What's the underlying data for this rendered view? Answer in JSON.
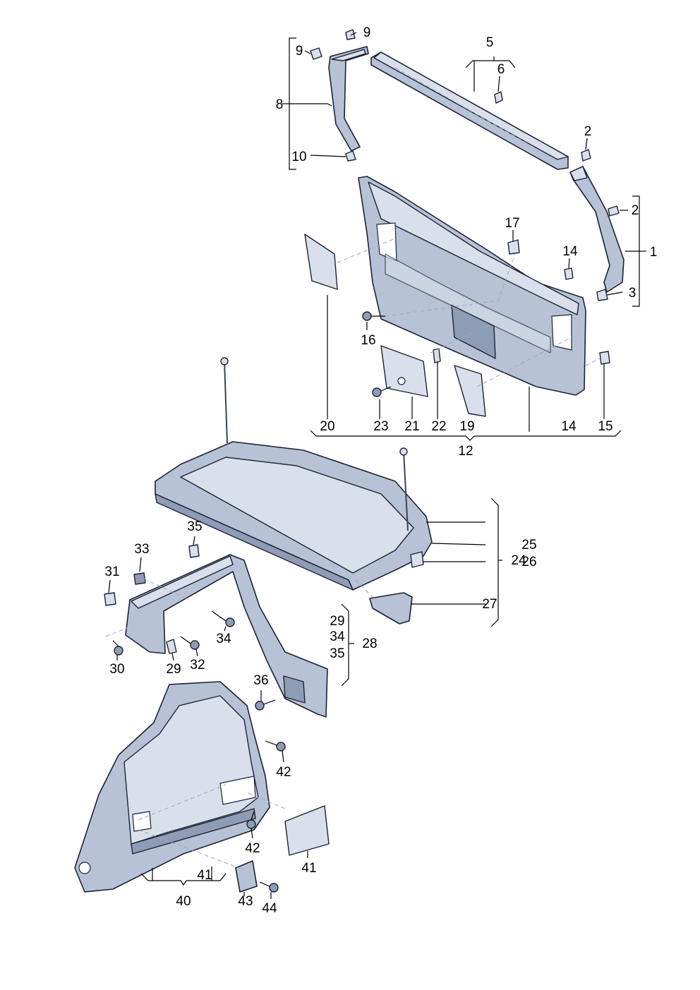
{
  "callouts": {
    "c1": "1",
    "c2a": "2",
    "c2b": "2",
    "c3": "3",
    "c5": "5",
    "c6": "6",
    "c8": "8",
    "c9a": "9",
    "c9b": "9",
    "c10": "10",
    "c12": "12",
    "c14a": "14",
    "c14b": "14",
    "c15": "15",
    "c16": "16",
    "c17": "17",
    "c19": "19",
    "c20": "20",
    "c21": "21",
    "c22": "22",
    "c23": "23",
    "c24": "24",
    "c25": "25",
    "c26": "26",
    "c27": "27",
    "c28": "28",
    "c29a": "29",
    "c29b": "29",
    "c30": "30",
    "c31": "31",
    "c32": "32",
    "c33": "33",
    "c34a": "34",
    "c34b": "34",
    "c35a": "35",
    "c35b": "35",
    "c36": "36",
    "c40": "40",
    "c41a": "41",
    "c41b": "41",
    "c42a": "42",
    "c42b": "42",
    "c43": "43",
    "c44": "44"
  },
  "colors": {
    "part": "#b7c2d6",
    "part_light": "#d9e0ec",
    "part_dark": "#8f9cb6",
    "outline": "#1c2333"
  }
}
